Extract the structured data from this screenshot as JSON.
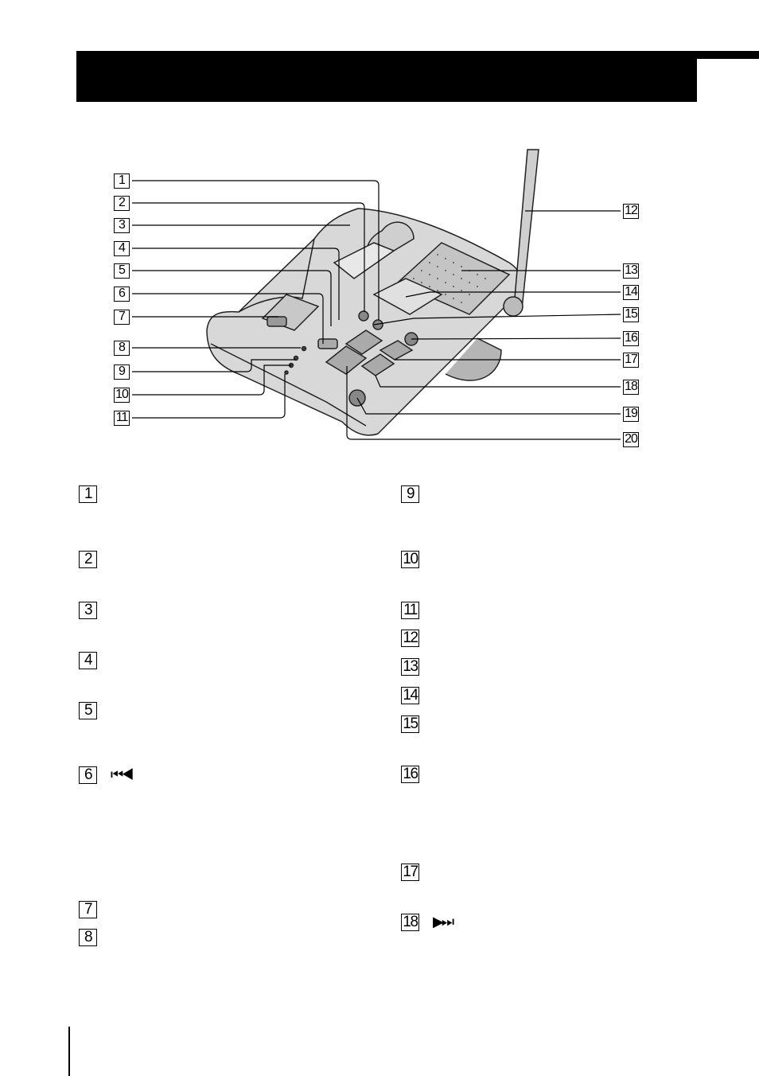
{
  "header": {
    "title": ""
  },
  "callouts_left": [
    "1",
    "2",
    "3",
    "4",
    "5",
    "6",
    "7",
    "8",
    "9",
    "10",
    "11"
  ],
  "callouts_right": [
    "12",
    "13",
    "14",
    "15",
    "16",
    "17",
    "18",
    "19",
    "20"
  ],
  "list_left": [
    {
      "num": "1",
      "symbol": ""
    },
    {
      "num": "2",
      "symbol": ""
    },
    {
      "num": "3",
      "symbol": ""
    },
    {
      "num": "4",
      "symbol": ""
    },
    {
      "num": "5",
      "symbol": ""
    },
    {
      "num": "6",
      "symbol": "⏮◀"
    },
    {
      "num": "7",
      "symbol": ""
    },
    {
      "num": "8",
      "symbol": ""
    }
  ],
  "list_right": [
    {
      "num": "9",
      "symbol": ""
    },
    {
      "num": "10",
      "symbol": ""
    },
    {
      "num": "11",
      "symbol": ""
    },
    {
      "num": "12",
      "symbol": ""
    },
    {
      "num": "13",
      "symbol": ""
    },
    {
      "num": "14",
      "symbol": ""
    },
    {
      "num": "15",
      "symbol": ""
    },
    {
      "num": "16",
      "symbol": ""
    },
    {
      "num": "17",
      "symbol": ""
    },
    {
      "num": "18",
      "symbol": "▶⏭"
    }
  ]
}
